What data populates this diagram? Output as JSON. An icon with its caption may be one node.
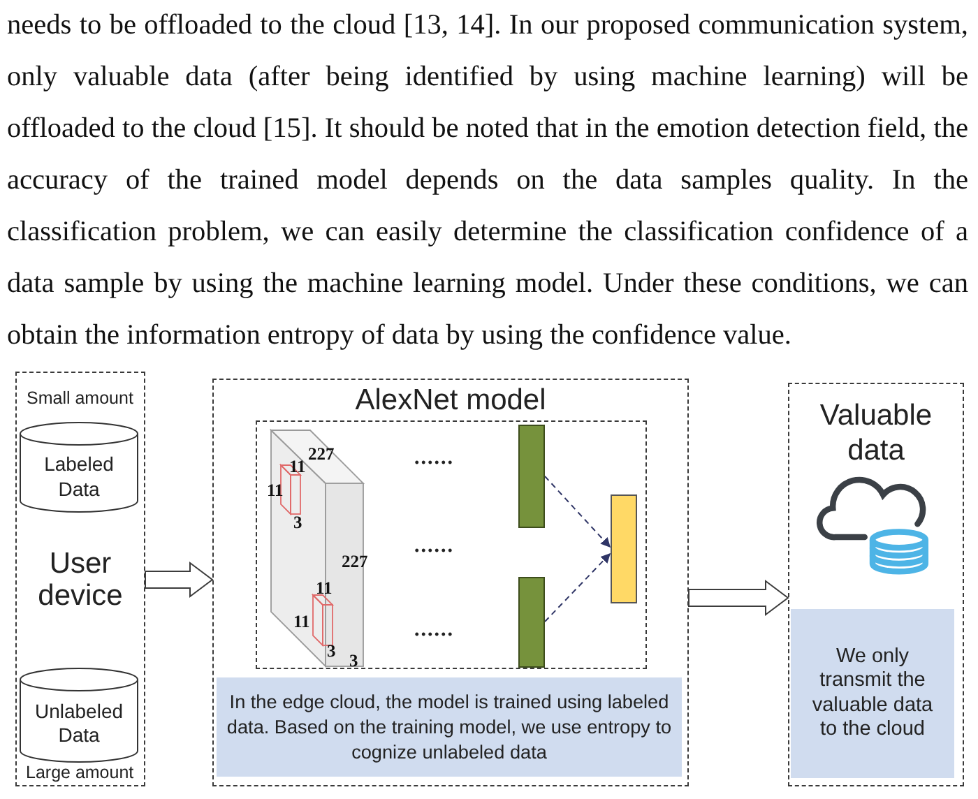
{
  "diagram": {
    "nodes": [
      {
        "text": [
          "User device"
        ]
      },
      {
        "text": [
          "Labeled Data"
        ],
        "in": 0,
        "beside": [
          "Small amount"
        ]
      },
      {
        "text": [
          "Unlabeled Data"
        ],
        "in": 0,
        "beside": [
          "Large amount"
        ]
      },
      {
        "text": [
          "AlexNet model"
        ]
      },
      {
        "text": [],
        "shape": "box",
        "in": 3
      },
      {
        "text": [],
        "shape": "bar",
        "in": 4
      },
      {
        "text": [],
        "shape": "bar",
        "in": 4
      },
      {
        "text": [],
        "shape": "bar",
        "in": 4
      },
      {
        "text": [
          "In the edge cloud, the model is trained using labeled data. Based on the training model, we use entropy to cognize unlabeled data"
        ],
        "in": 3
      },
      {
        "text": [
          "Valuable data"
        ]
      },
      {
        "text": [
          "We only transmit the valuable data to the cloud"
        ],
        "in": 9
      }
    ],
    "edges": [
      {
        "from": 0,
        "to": 3,
        "arrow": "to"
      },
      {
        "from": 5,
        "to": 7,
        "arrow": "to",
        "style": "dashed",
        "color": "#2f3566"
      },
      {
        "from": 6,
        "to": 7,
        "arrow": "to",
        "style": "dashed",
        "color": "#2f3566"
      },
      {
        "from": 3,
        "to": 9,
        "arrow": "to"
      }
    ],
    "labels": [
      "needs to be offloaded to the cloud [13, 14]. In our proposed communication system, only valuable data (after being identified by using machine learning) will be offloaded to the cloud [15]. It should be noted that in the emotion detection field, the accuracy of the trained model depends on the data samples quality. In the classification problem, we can easily determine the classification confidence of a data sample by using the machine learning model. Under these conditions, we can obtain the information entropy of data by using the confidence value.",
      "227",
      "11",
      "11",
      "3",
      "......",
      "......",
      "227",
      "11",
      "11",
      "......",
      "3",
      "3"
    ]
  }
}
